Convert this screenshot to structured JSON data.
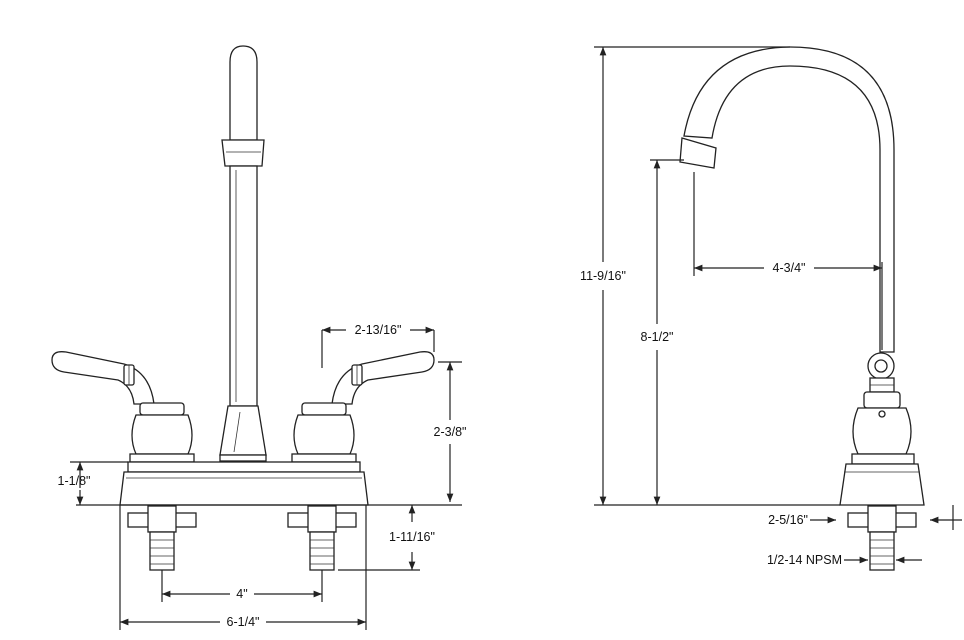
{
  "front_view": {
    "dimensions": {
      "handle_spread": "2-13/16\"",
      "handle_height": "2-3/8\"",
      "base_height": "1-1/8\"",
      "shank_length": "1-11/16\"",
      "center_spacing": "4\"",
      "overall_width": "6-1/4\""
    }
  },
  "side_view": {
    "dimensions": {
      "overall_height": "11-9/16\"",
      "spout_height": "8-1/2\"",
      "spout_reach": "4-3/4\"",
      "base_depth": "2-5/16\"",
      "thread": "1/2-14 NPSM"
    }
  },
  "colors": {
    "line": "#222222",
    "background": "#ffffff"
  }
}
